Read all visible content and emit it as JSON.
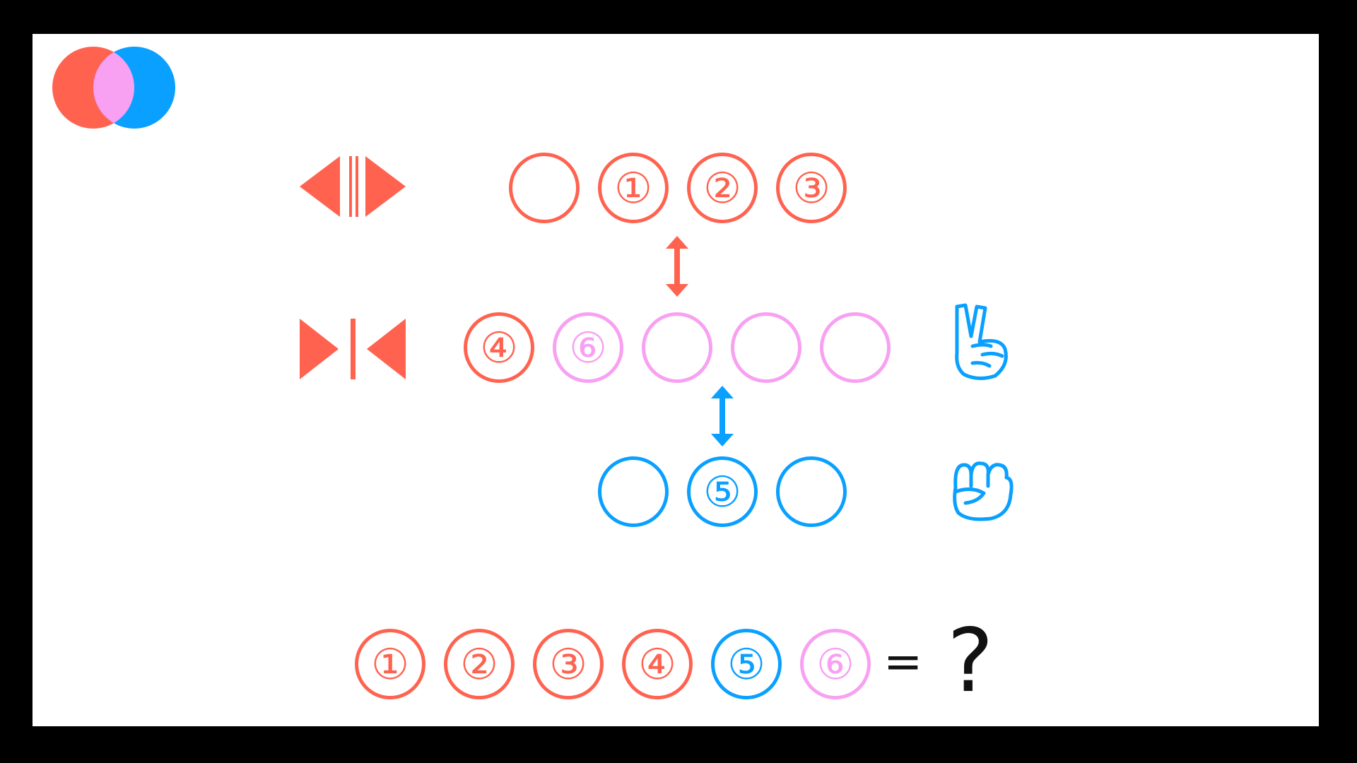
{
  "colors": {
    "red": "#ff6350",
    "pink": "#f8a0f2",
    "blue": "#0aa0ff",
    "text": "#111111",
    "background": "#ffffff",
    "frame": "#000000"
  },
  "logo": {
    "icon": "venn-diagram-icon"
  },
  "rows": {
    "top": {
      "icon": "mirror-outward-icon",
      "slots": [
        {
          "label": "",
          "color": "red"
        },
        {
          "label": "①",
          "color": "red"
        },
        {
          "label": "②",
          "color": "red"
        },
        {
          "label": "③",
          "color": "red"
        }
      ]
    },
    "middle": {
      "icon": "mirror-inward-icon",
      "hand_icon": "victory-hand-icon",
      "slots": [
        {
          "label": "④",
          "color": "red"
        },
        {
          "label": "⑥",
          "color": "pink"
        },
        {
          "label": "",
          "color": "pink"
        },
        {
          "label": "",
          "color": "pink"
        },
        {
          "label": "",
          "color": "pink"
        }
      ]
    },
    "bottom": {
      "hand_icon": "raised-fist-icon",
      "slots": [
        {
          "label": "",
          "color": "blue"
        },
        {
          "label": "⑤",
          "color": "blue"
        },
        {
          "label": "",
          "color": "blue"
        }
      ]
    }
  },
  "swap_arrows": [
    {
      "icon": "up-down-arrow-icon",
      "color": "red"
    },
    {
      "icon": "up-down-arrow-icon",
      "color": "blue"
    }
  ],
  "equation": {
    "terms": [
      {
        "label": "①",
        "color": "red"
      },
      {
        "label": "②",
        "color": "red"
      },
      {
        "label": "③",
        "color": "red"
      },
      {
        "label": "④",
        "color": "red"
      },
      {
        "label": "⑤",
        "color": "blue"
      },
      {
        "label": "⑥",
        "color": "pink"
      }
    ],
    "equals": "=",
    "answer": "?"
  }
}
